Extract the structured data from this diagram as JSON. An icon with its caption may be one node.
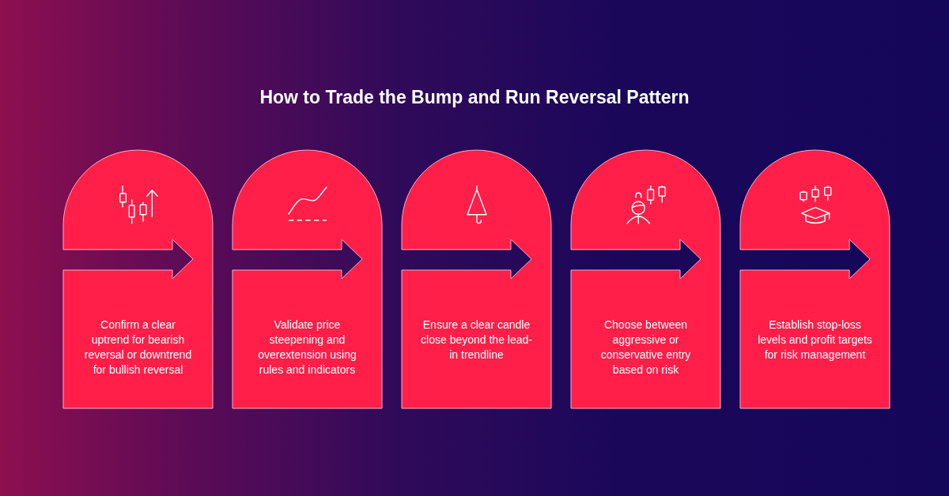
{
  "diagram": {
    "title": "How to Trade the Bump and Run Reversal Pattern",
    "nodes": [
      {
        "text": [
          "Confirm a clear uptrend for bearish reversal or downtrend for bullish reversal"
        ]
      },
      {
        "text": [
          "Validate price steepening and overextension using rules and indicators"
        ]
      },
      {
        "text": [
          "Ensure a clear candle close beyond the lead-in trendline"
        ]
      },
      {
        "text": [
          "Choose between aggressive or conservative entry based on risk"
        ]
      },
      {
        "text": [
          "Establish stop-loss levels and profit targets for risk management"
        ]
      }
    ]
  }
}
